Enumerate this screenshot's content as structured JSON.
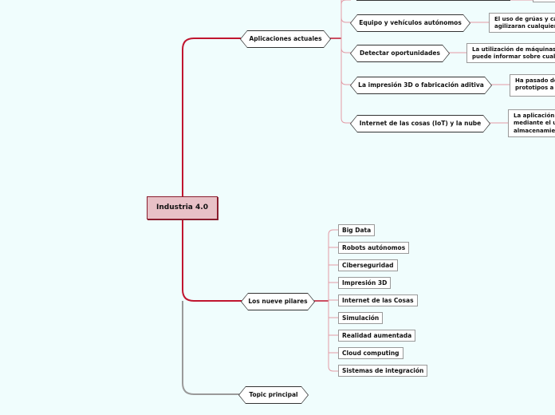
{
  "central": {
    "label": "Industria 4.0"
  },
  "branches": [
    {
      "label": "Aplicaciones actuales",
      "children": [
        {
          "label": "Equipo y vehículos autónomos",
          "desc": [
            "El uso de grúas y ca",
            "agilizaran cualquier"
          ]
        },
        {
          "label": "Detectar oportunidades",
          "desc": [
            "La utilización de máquinas",
            "puede informar sobre cualq"
          ]
        },
        {
          "label": "La impresión 3D o fabricación aditiva",
          "desc": [
            "Ha pasado de",
            "prototipos a"
          ]
        },
        {
          "label": "Internet de las cosas (IoT) y la nube",
          "desc": [
            "La aplicación",
            "mediante el u",
            "almacenamie"
          ]
        }
      ]
    },
    {
      "label": "Los nueve pilares",
      "children": [
        {
          "label": "Big Data"
        },
        {
          "label": "Robots autónomos"
        },
        {
          "label": "Ciberseguridad"
        },
        {
          "label": "Impresión 3D"
        },
        {
          "label": "Internet de las Cosas"
        },
        {
          "label": "Simulación"
        },
        {
          "label": "Realidad aumentada"
        },
        {
          "label": "Cloud computing"
        },
        {
          "label": "Sistemas de integración"
        }
      ]
    },
    {
      "label": "Topic principal",
      "children": []
    }
  ],
  "colors": {
    "primary_link": "#c0152f",
    "secondary_link": "#e39aa5",
    "topic_link": "#9a9a9a"
  }
}
